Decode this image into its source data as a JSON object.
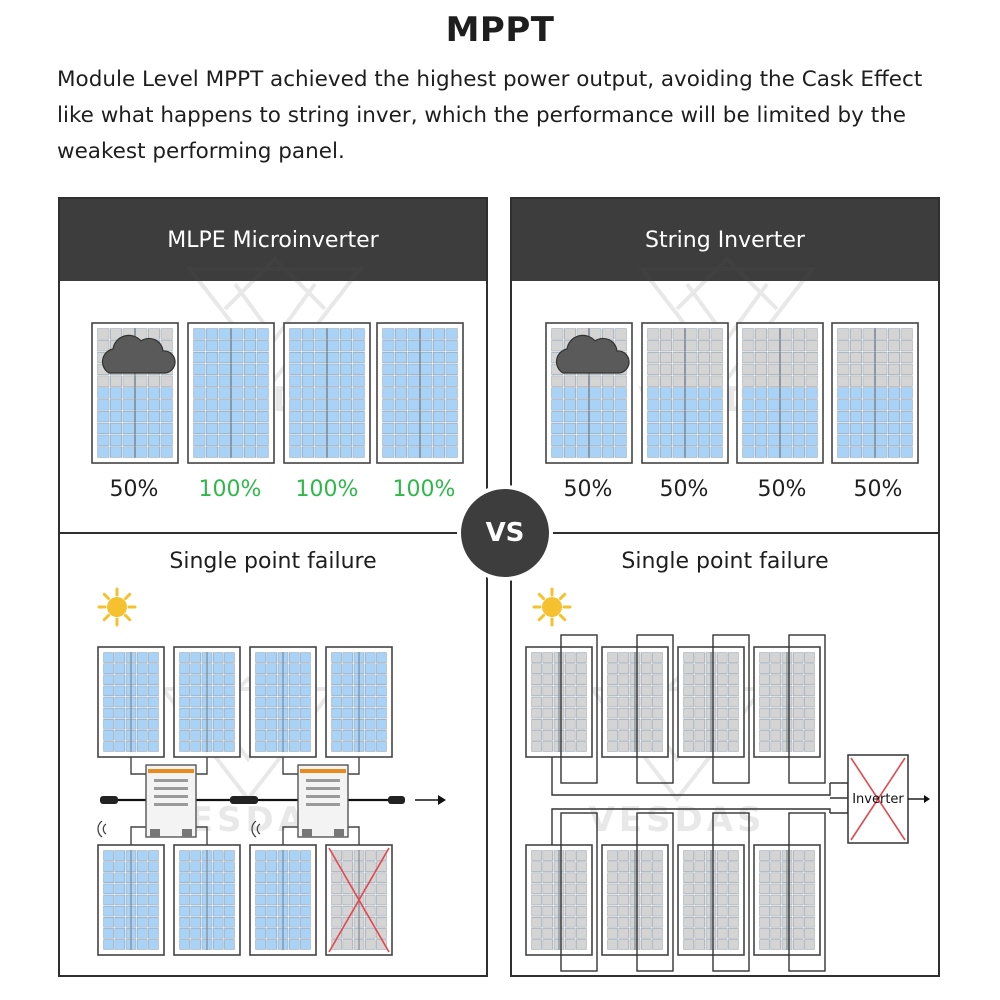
{
  "title": "MPPT",
  "description": "Module Level MPPT achieved the highest power output, avoiding the Cask Effect like what happens to string inver, which the performance will be limited by the weakest performing panel.",
  "vs_label": "VS",
  "watermark_text": "VESDAS",
  "left": {
    "header": "MLPE Microinverter",
    "panels": [
      {
        "percent": "50%",
        "shaded": true
      },
      {
        "percent": "100%",
        "shaded": false
      },
      {
        "percent": "100%",
        "shaded": false
      },
      {
        "percent": "100%",
        "shaded": false
      }
    ],
    "failure_label": "Single point failure"
  },
  "right": {
    "header": "String Inverter",
    "panels": [
      {
        "percent": "50%",
        "shaded": true
      },
      {
        "percent": "50%",
        "shaded": false
      },
      {
        "percent": "50%",
        "shaded": false
      },
      {
        "percent": "50%",
        "shaded": false
      }
    ],
    "failure_label": "Single point failure",
    "inverter_label": "Inverter"
  },
  "colors": {
    "header_bg": "#3d3d3d",
    "panel_blue": "#a9d2f7",
    "panel_grey": "#d4d4d4",
    "good_green": "#2fb84a",
    "fault_red": "#e2474f",
    "sun": "#f6c12f"
  },
  "icons": [
    "cloud-icon",
    "sun-icon",
    "wifi-icon",
    "arrow-right-icon",
    "cross-mark-icon"
  ]
}
